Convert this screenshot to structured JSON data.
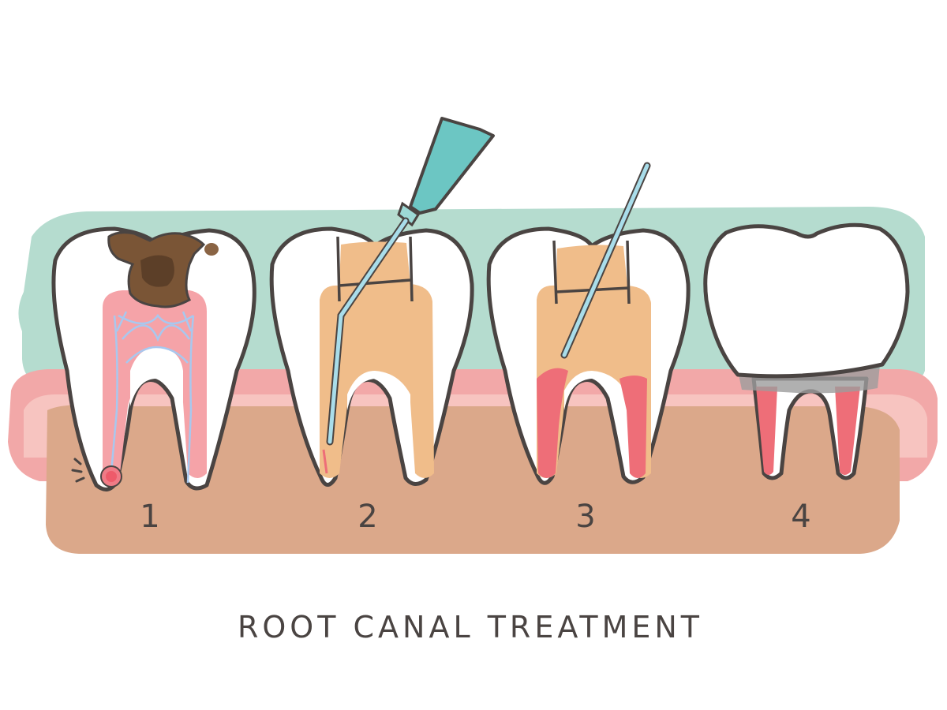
{
  "diagram": {
    "title": "ROOT CANAL TREATMENT",
    "steps": [
      {
        "number": "1"
      },
      {
        "number": "2"
      },
      {
        "number": "3"
      },
      {
        "number": "4"
      }
    ]
  },
  "colors": {
    "background": "#ffffff",
    "gum_band": "#b5dccf",
    "gum_pink": "#f2a8a8",
    "gum_pink_light": "#f7c4c0",
    "bone": "#dba88a",
    "outline": "#4a4442",
    "enamel": "#ffffff",
    "pulp": "#f5a3a8",
    "nerve": "#a8c8ef",
    "decay": "#7a5536",
    "filling": "#f0bd8a",
    "blood": "#ee6e78",
    "instrument": "#6cc6c3",
    "crown_shadow": "#9c9c9c"
  }
}
